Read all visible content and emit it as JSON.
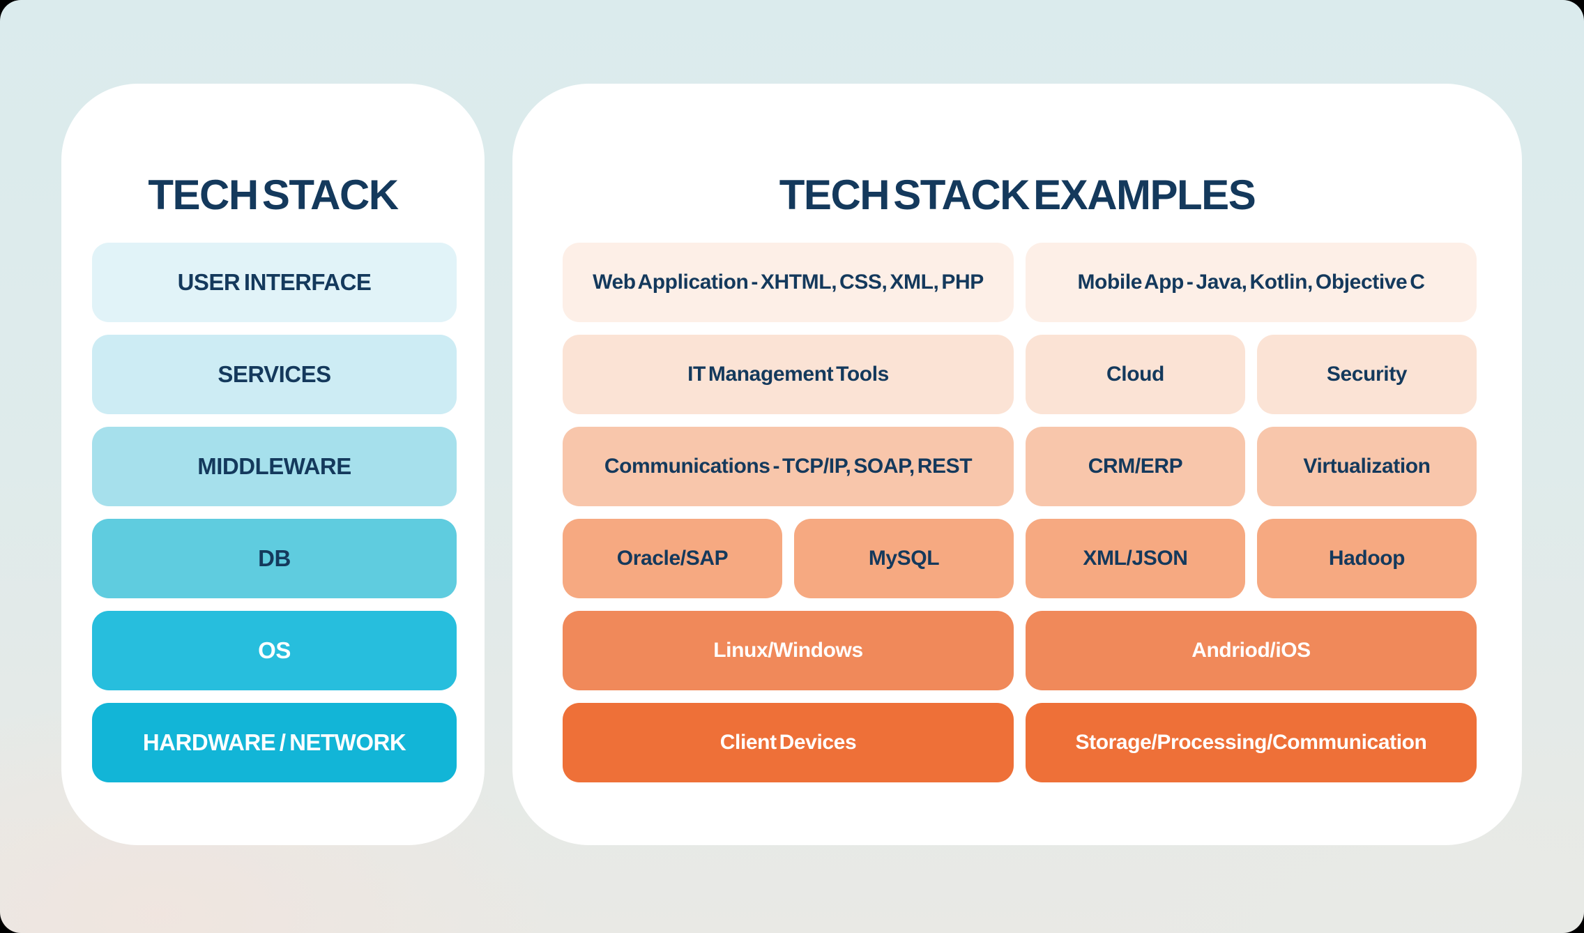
{
  "colors": {
    "title_text": "#14395c",
    "label_text_dark": "#14395c",
    "label_text_light": "#ffffff",
    "panel_bg": "#ffffff",
    "page_corner_bg": "#000000",
    "stack_accent_top": "#e1f3f8",
    "stack_accent_bottom": "#12b5d7",
    "examples_accent_top": "#fdefe7",
    "examples_accent_bottom": "#ee7038"
  },
  "left_panel": {
    "title": "TECH STACK",
    "layers": [
      {
        "label": "USER INTERFACE",
        "bg": "#e1f3f8",
        "text": "dark"
      },
      {
        "label": "SERVICES",
        "bg": "#cdecf4",
        "text": "dark"
      },
      {
        "label": "MIDDLEWARE",
        "bg": "#a6e0ec",
        "text": "dark"
      },
      {
        "label": "DB",
        "bg": "#5fccdf",
        "text": "dark"
      },
      {
        "label": "OS",
        "bg": "#27bedd",
        "text": "light"
      },
      {
        "label": "HARDWARE / NETWORK",
        "bg": "#12b5d7",
        "text": "light"
      }
    ]
  },
  "right_panel": {
    "title": "TECH STACK EXAMPLES",
    "rows": [
      {
        "bg": "#fdefe7",
        "text": "dark",
        "cells": [
          {
            "label": "Web Application - XHTML, CSS, XML, PHP",
            "size": "half"
          },
          {
            "label": "Mobile App - Java, Kotlin, Objective C",
            "size": "half"
          }
        ]
      },
      {
        "bg": "#fbe3d5",
        "text": "dark",
        "cells": [
          {
            "label": "IT Management Tools",
            "size": "half"
          },
          {
            "label": "Cloud",
            "size": "quarter"
          },
          {
            "label": "Security",
            "size": "quarter"
          }
        ]
      },
      {
        "bg": "#f8c6ab",
        "text": "dark",
        "cells": [
          {
            "label": "Communications - TCP/IP, SOAP, REST",
            "size": "half"
          },
          {
            "label": "CRM/ERP",
            "size": "quarter"
          },
          {
            "label": "Virtualization",
            "size": "quarter"
          }
        ]
      },
      {
        "bg": "#f6a981",
        "text": "dark",
        "cells": [
          {
            "label": "Oracle/SAP",
            "size": "quarter"
          },
          {
            "label": "MySQL",
            "size": "quarter"
          },
          {
            "label": "XML/JSON",
            "size": "quarter"
          },
          {
            "label": "Hadoop",
            "size": "quarter"
          }
        ]
      },
      {
        "bg": "#f0895a",
        "text": "light",
        "cells": [
          {
            "label": "Linux/Windows",
            "size": "half"
          },
          {
            "label": "Andriod/iOS",
            "size": "half"
          }
        ]
      },
      {
        "bg": "#ee7038",
        "text": "light",
        "cells": [
          {
            "label": "Client Devices",
            "size": "half"
          },
          {
            "label": "Storage/Processing/Communication",
            "size": "half"
          }
        ]
      }
    ]
  }
}
